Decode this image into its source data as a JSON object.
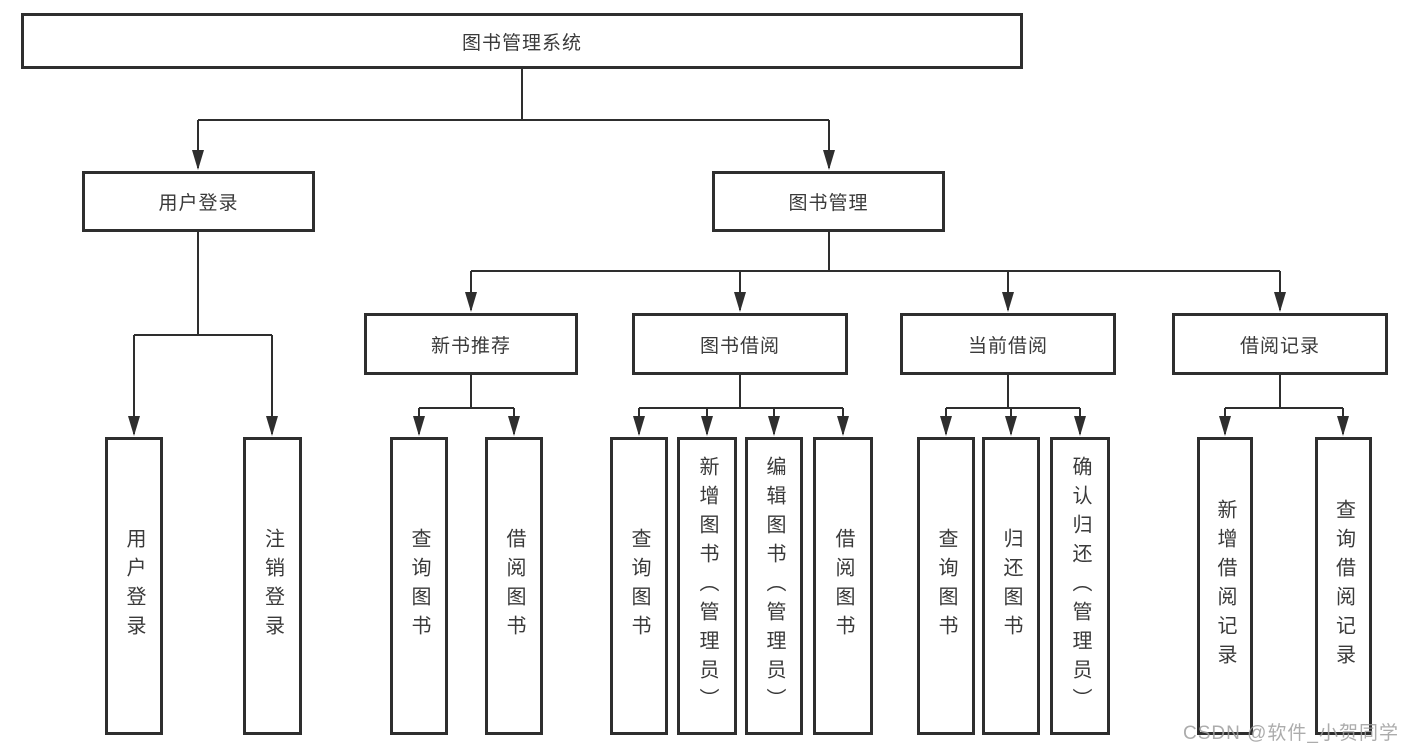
{
  "diagram": {
    "root": "图书管理系统",
    "level2": {
      "user_login": "用户登录",
      "book_management": "图书管理"
    },
    "level3": {
      "new_book_recommend": "新书推荐",
      "book_borrow": "图书借阅",
      "current_borrow": "当前借阅",
      "borrow_record": "借阅记录"
    },
    "leaves": {
      "user_login": [
        "用户登录",
        "注销登录"
      ],
      "new_book_recommend": [
        "查询图书",
        "借阅图书"
      ],
      "book_borrow": [
        "查询图书",
        "新增图书（管理员）",
        "编辑图书（管理员）",
        "借阅图书"
      ],
      "current_borrow": [
        "查询图书",
        "归还图书",
        "确认归还（管理员）"
      ],
      "borrow_record": [
        "新增借阅记录",
        "查询借阅记录"
      ]
    },
    "colors": {
      "line": "#2e2e2e",
      "text": "#3a3a3a",
      "background": "#ffffff",
      "watermark": "#9e9e9e"
    },
    "watermark": "CSDN @软件_小贺同学"
  }
}
